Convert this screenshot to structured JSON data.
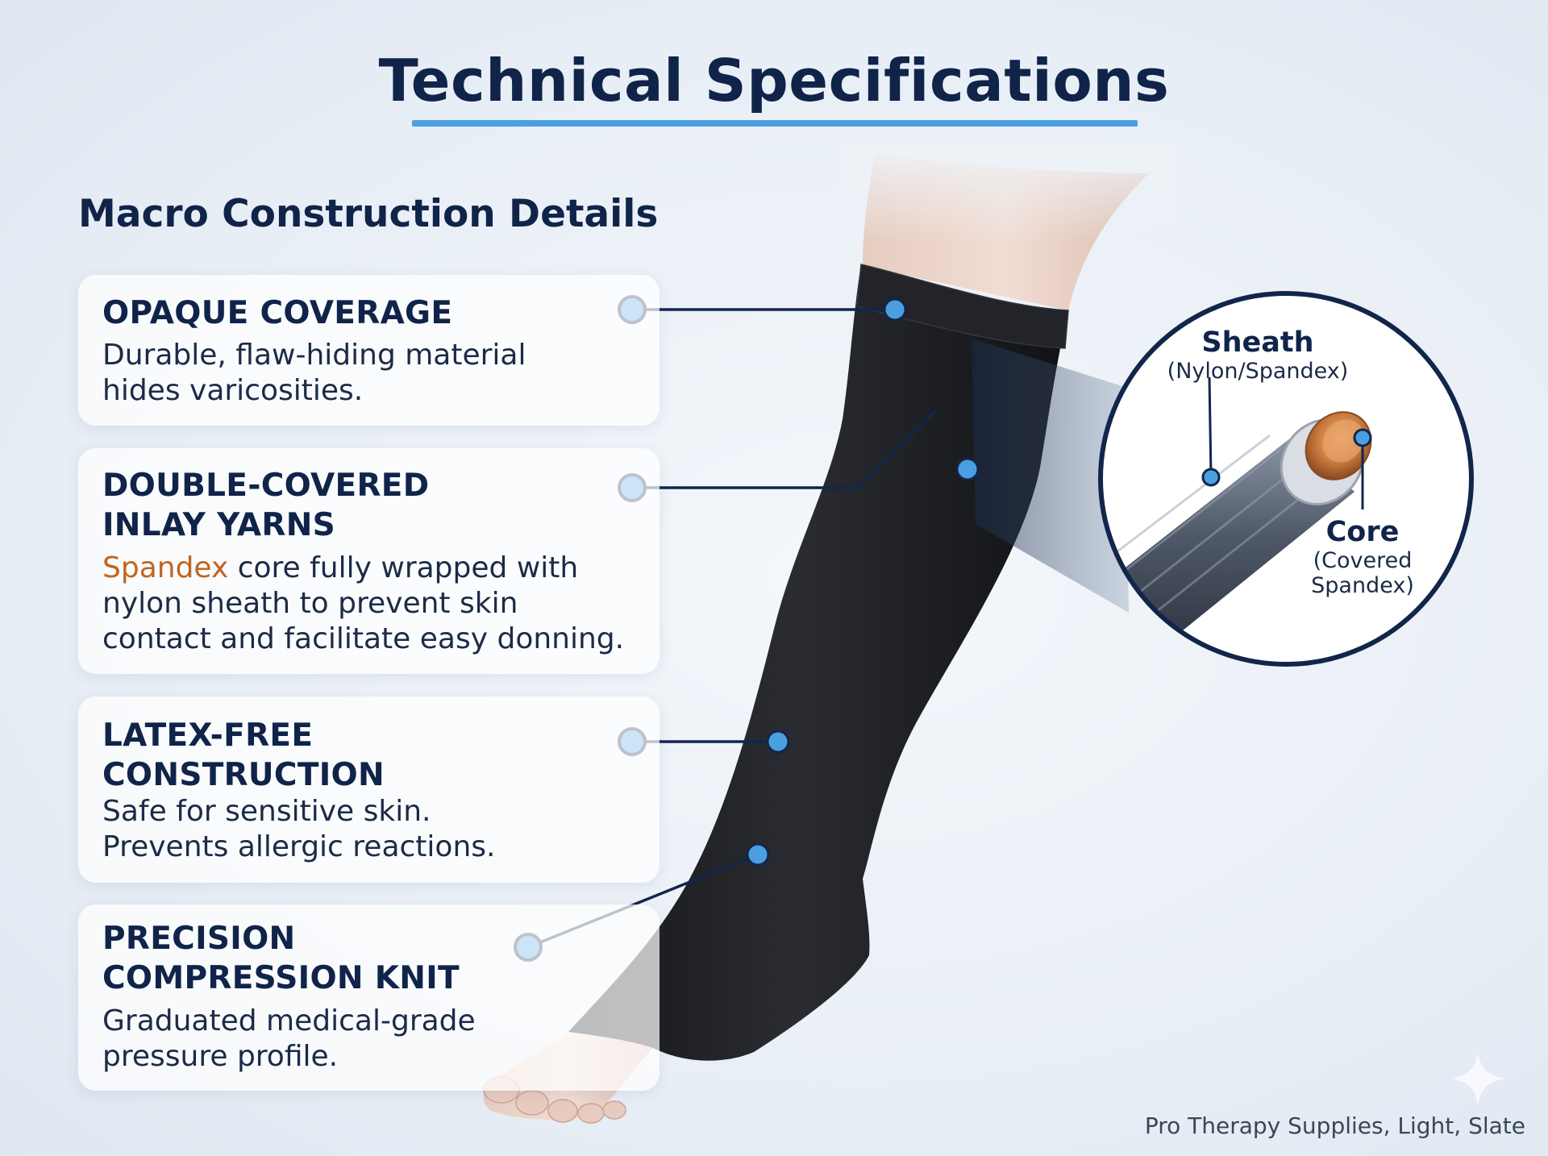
{
  "title": "Technical Specifications",
  "section_title": "Macro Construction Details",
  "features": [
    {
      "heading_lines": [
        "OPAQUE COVERAGE"
      ],
      "description_lines": [
        "Durable, flaw-hiding material",
        "hides varicosities."
      ]
    },
    {
      "heading_lines": [
        "DOUBLE-COVERED",
        "INLAY YARNS"
      ],
      "description_accent": "Spandex",
      "description_lines": [
        " core fully wrapped with",
        "nylon sheath to prevent skin",
        "contact and facilitate easy donning."
      ]
    },
    {
      "heading_lines": [
        "LATEX-FREE",
        "CONSTRUCTION"
      ],
      "description_lines": [
        "Safe for sensitive skin.",
        "Prevents allergic reactions."
      ]
    },
    {
      "heading_lines": [
        "PRECISION",
        "COMPRESSION KNIT"
      ],
      "description_lines": [
        "Graduated medical-grade",
        "pressure profile."
      ]
    }
  ],
  "yarn_detail": {
    "sheath_label": "Sheath",
    "sheath_sub": "(Nylon/Spandex)",
    "core_label": "Core",
    "core_sub_lines": [
      "(Covered",
      "Spandex)"
    ]
  },
  "footer": "Pro Therapy Supplies, Light, Slate",
  "colors": {
    "navy": "#10244a",
    "accent_blue": "#4b9fe0",
    "spandex_orange": "#c1651f",
    "stocking": "#1b1c1f"
  }
}
